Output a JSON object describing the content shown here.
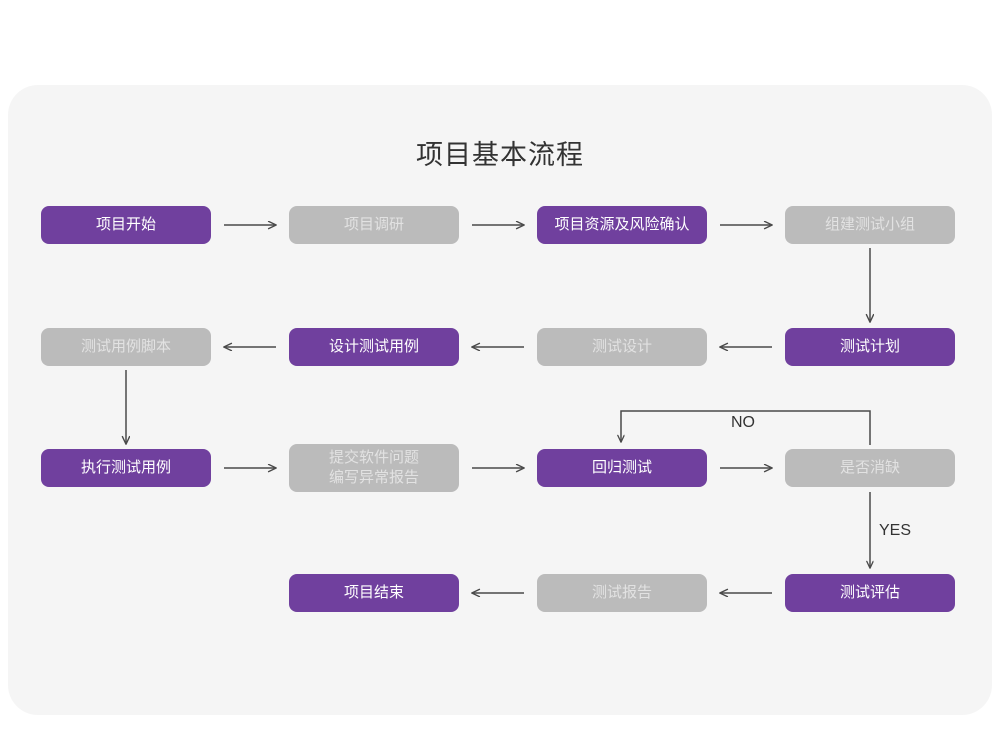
{
  "page": {
    "background": "#ffffff",
    "card_background": "#f5f5f5",
    "accent_purple": "#70409e",
    "muted_gray": "#bbbbbb",
    "gray_text": "#e2e2e2",
    "line_color": "#4a4a4a"
  },
  "title": "项目基本流程",
  "chart_data": {
    "type": "diagram",
    "title": "项目基本流程",
    "nodes": [
      {
        "id": "n1",
        "label": "项目开始",
        "style": "purple",
        "row": 1,
        "col": 1
      },
      {
        "id": "n2",
        "label": "项目调研",
        "style": "gray",
        "row": 1,
        "col": 2
      },
      {
        "id": "n3",
        "label": "项目资源及风险确认",
        "style": "purple",
        "row": 1,
        "col": 3
      },
      {
        "id": "n4",
        "label": "组建测试小组",
        "style": "gray",
        "row": 1,
        "col": 4
      },
      {
        "id": "n5",
        "label": "测试用例脚本",
        "style": "gray",
        "row": 2,
        "col": 1
      },
      {
        "id": "n6",
        "label": "设计测试用例",
        "style": "purple",
        "row": 2,
        "col": 2
      },
      {
        "id": "n7",
        "label": "测试设计",
        "style": "gray",
        "row": 2,
        "col": 3
      },
      {
        "id": "n8",
        "label": "测试计划",
        "style": "purple",
        "row": 2,
        "col": 4
      },
      {
        "id": "n9",
        "label": "执行测试用例",
        "style": "purple",
        "row": 3,
        "col": 1
      },
      {
        "id": "n10",
        "label": "提交软件问题\n编写异常报告",
        "style": "gray",
        "row": 3,
        "col": 2
      },
      {
        "id": "n11",
        "label": "回归测试",
        "style": "purple",
        "row": 3,
        "col": 3
      },
      {
        "id": "n12",
        "label": "是否消缺",
        "style": "gray",
        "row": 3,
        "col": 4
      },
      {
        "id": "n13",
        "label": "项目结束",
        "style": "purple",
        "row": 4,
        "col": 2
      },
      {
        "id": "n14",
        "label": "测试报告",
        "style": "gray",
        "row": 4,
        "col": 3
      },
      {
        "id": "n15",
        "label": "测试评估",
        "style": "purple",
        "row": 4,
        "col": 4
      }
    ],
    "edges": [
      {
        "from": "n1",
        "to": "n2",
        "dir": "right",
        "label": ""
      },
      {
        "from": "n2",
        "to": "n3",
        "dir": "right",
        "label": ""
      },
      {
        "from": "n3",
        "to": "n4",
        "dir": "right",
        "label": ""
      },
      {
        "from": "n4",
        "to": "n8",
        "dir": "down",
        "label": ""
      },
      {
        "from": "n8",
        "to": "n7",
        "dir": "left",
        "label": ""
      },
      {
        "from": "n7",
        "to": "n6",
        "dir": "left",
        "label": ""
      },
      {
        "from": "n6",
        "to": "n5",
        "dir": "left",
        "label": ""
      },
      {
        "from": "n5",
        "to": "n9",
        "dir": "down",
        "label": ""
      },
      {
        "from": "n9",
        "to": "n10",
        "dir": "right",
        "label": ""
      },
      {
        "from": "n10",
        "to": "n11",
        "dir": "right",
        "label": ""
      },
      {
        "from": "n11",
        "to": "n12",
        "dir": "right",
        "label": ""
      },
      {
        "from": "n12",
        "to": "n11",
        "dir": "loop-up-left",
        "label": "NO"
      },
      {
        "from": "n12",
        "to": "n15",
        "dir": "down",
        "label": "YES"
      },
      {
        "from": "n15",
        "to": "n14",
        "dir": "left",
        "label": ""
      },
      {
        "from": "n14",
        "to": "n13",
        "dir": "left",
        "label": ""
      }
    ],
    "edge_labels": {
      "no": "NO",
      "yes": "YES"
    }
  },
  "nodes": {
    "n1": "项目开始",
    "n2": "项目调研",
    "n3": "项目资源及风险确认",
    "n4": "组建测试小组",
    "n5": "测试用例脚本",
    "n6": "设计测试用例",
    "n7": "测试设计",
    "n8": "测试计划",
    "n9": "执行测试用例",
    "n10": "提交软件问题\n编写异常报告",
    "n11": "回归测试",
    "n12": "是否消缺",
    "n13": "项目结束",
    "n14": "测试报告",
    "n15": "测试评估"
  },
  "labels": {
    "no": "NO",
    "yes": "YES"
  }
}
